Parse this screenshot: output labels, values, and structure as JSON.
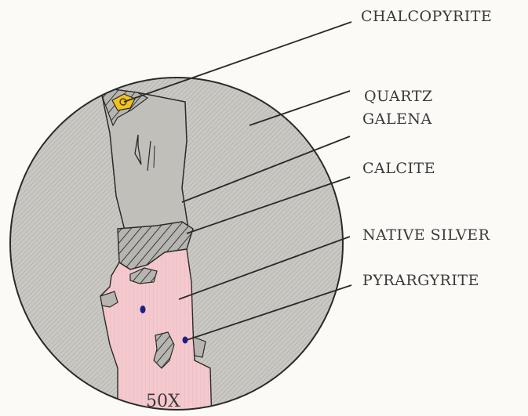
{
  "labels": {
    "chalcopyrite": "CHALCOPYRITE",
    "quartz": "QUARTZ",
    "galena": "GALENA",
    "calcite": "CALCITE",
    "native_silver": "NATIVE SILVER",
    "pyrargyrite": "PYRARGYRITE"
  },
  "magnification": "50X",
  "colors": {
    "quartz": "#c9c7c2",
    "vein": "#bdbcb8",
    "calcite": "#a9a8a4",
    "native_silver": "#f4c6cc",
    "chalcopyrite": "#f2c319",
    "pyrargyrite": "#1c1f8a",
    "ink": "#2a2a2a"
  }
}
